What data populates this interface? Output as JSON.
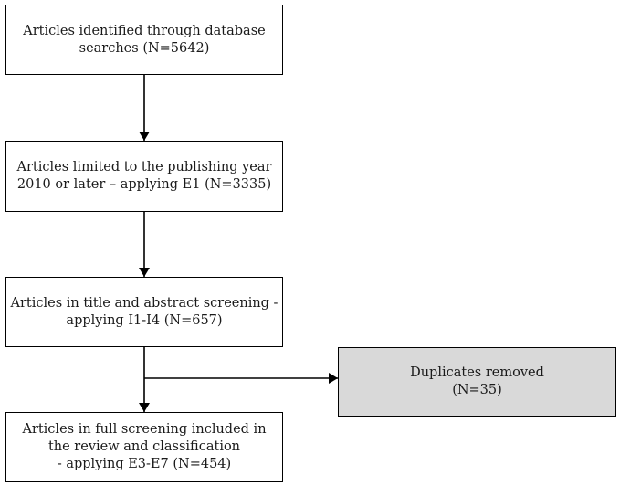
{
  "flowchart": {
    "boxes": [
      {
        "id": "identified",
        "lines": [
          "Articles identified through database",
          "searches (N=5642)"
        ]
      },
      {
        "id": "limited",
        "lines": [
          "Articles limited to the publishing year",
          "2010 or later – applying E1 (N=3335)"
        ]
      },
      {
        "id": "screening",
        "lines": [
          "Articles in title and abstract screening  -",
          "applying I1-I4 (N=657)"
        ]
      },
      {
        "id": "included",
        "lines": [
          "Articles in full screening included in",
          "the review and classification",
          "- applying E3-E7 (N=454)"
        ]
      },
      {
        "id": "duplicates",
        "lines": [
          "Duplicates removed",
          "(N=35)"
        ]
      }
    ],
    "colors": {
      "border": "#000000",
      "text": "#1a1a1a",
      "box_fill": "#ffffff",
      "excluded_fill": "#d9d9d9"
    }
  }
}
